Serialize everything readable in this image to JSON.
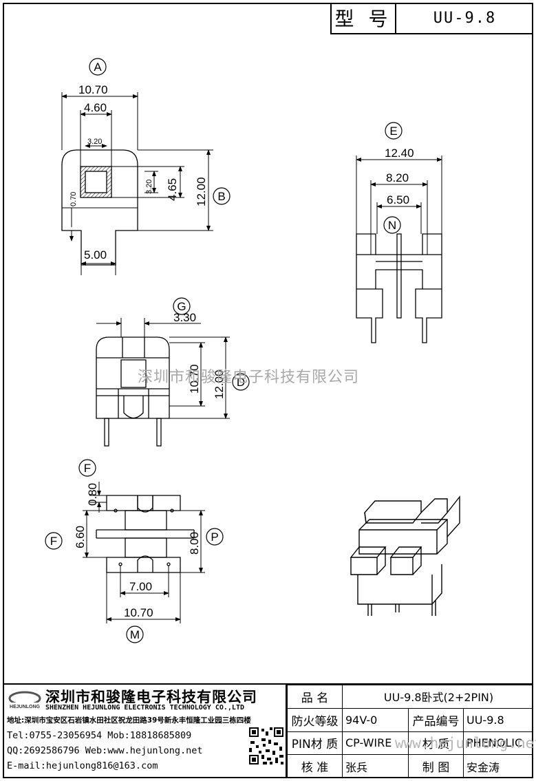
{
  "title_block": {
    "model_label": "型 号",
    "model_value": "UU-9.8"
  },
  "view_labels": {
    "A": "A",
    "B": "B",
    "E": "E",
    "N": "N",
    "G": "G",
    "D": "D",
    "F_top": "F",
    "F_left": "F",
    "P": "P",
    "M": "M"
  },
  "dimensions": {
    "a_width": "10.70",
    "a_inner": "4.60",
    "a_slot_w": "3.20",
    "a_slot_h": "3.20",
    "a_height_inner": "4.65",
    "a_height": "12.00",
    "a_flange": "0.70",
    "a_base": "5.00",
    "e_width": "12.40",
    "e_mid": "8.20",
    "e_pin_span": "6.50",
    "g_offset": "3.30",
    "g_inner_h": "10.70",
    "g_total_h": "12.00",
    "f_top": "0.80",
    "f_left": "6.60",
    "p_height": "8.00",
    "m_pin_span": "7.00",
    "m_width": "10.70"
  },
  "watermark": "深圳市和骏隆电子科技有限公司",
  "watermark_url": "www.hejunlong.net",
  "company": {
    "logo_text": "HEJUNLONG",
    "name_cn": "深圳市和骏隆电子科技有限公司",
    "name_en": "SHENZHEN HEJUNLONG ELECTRONIS TECHNOLOGY CO.,LTD",
    "address": "地址:深圳市宝安区石岩镇水田社区祝龙田路39号新永丰恒隆工业园三栋四楼",
    "tel_mob": "Tel:0755-23056954  Mob:18818685809",
    "qq_web": "QQ:2692586796 Web:www.hejunlong.net",
    "email": "E-mail:hejunlong816@163.com"
  },
  "info_table": {
    "name_label": "品 名",
    "name_value": "UU-9.8卧式(2+2PIN)",
    "fire_label": "防火等级",
    "fire_value": "94V-0",
    "code_label": "产品编号",
    "code_value": "UU-9.8",
    "pin_label": "PIN材 质",
    "pin_value": "CP-WIRE",
    "material_label": "材 质",
    "material_value": "PHENOLIC",
    "check_label": "核 准",
    "check_value": "张兵",
    "draw_label": "制 图",
    "draw_value": "安金涛"
  }
}
